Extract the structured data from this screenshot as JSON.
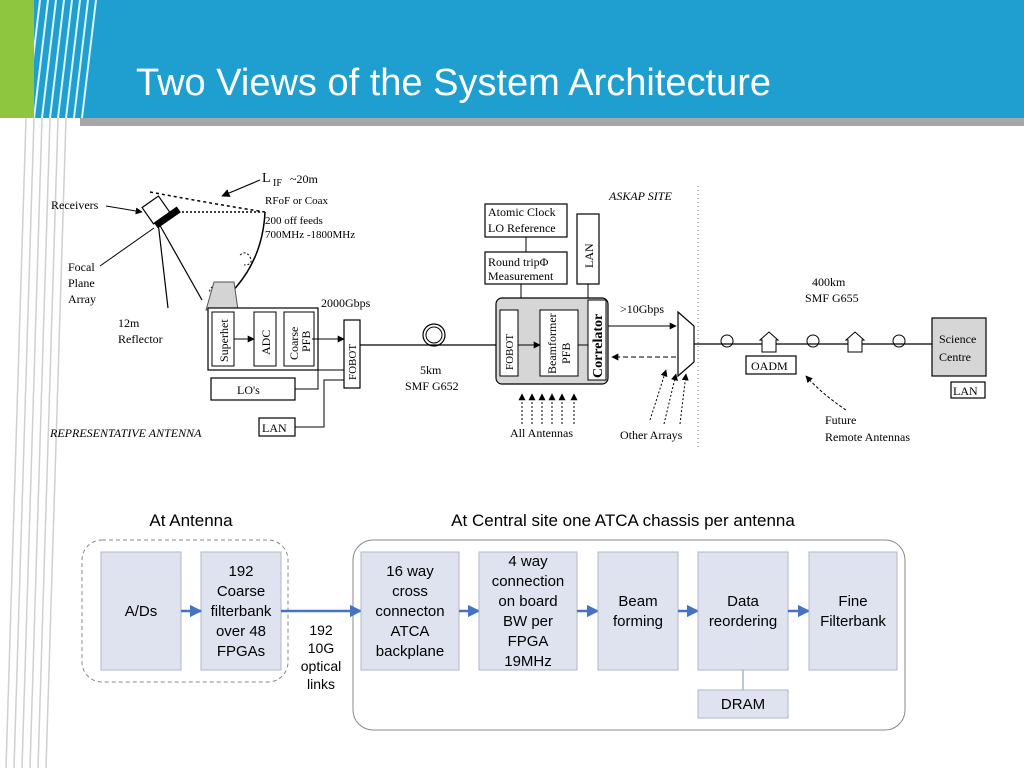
{
  "title": "Two Views of the System Architecture",
  "top": {
    "l_if": "L",
    "l_if_sub": "IF",
    "l_if_value": "~20m",
    "rfof": "RFoF or Coax",
    "feeds": "200 off feeds",
    "freq": "700MHz -1800MHz",
    "receivers": "Receivers",
    "focal_plane_array": [
      "Focal",
      "Plane",
      "Array"
    ],
    "reflector": [
      "12m",
      "Reflector"
    ],
    "superhet": "Superhet",
    "adc": "ADC",
    "coarse_pfb": [
      "Coarse",
      "PFB"
    ],
    "fobot": "FOBOT",
    "rate_2000": "2000Gbps",
    "los": "LO's",
    "lan_antenna": "LAN",
    "representative_antenna": "REPRESENTATIVE ANTENNA",
    "fiber_5km": [
      "5km",
      "SMF G652"
    ],
    "atomic_clock": [
      "Atomic Clock",
      "LO Reference"
    ],
    "round_trip": [
      "Round tripΦ",
      "Measurement"
    ],
    "lan_central": "LAN",
    "askap_site": "ASKAP SITE",
    "fobot_central": "FOBOT",
    "beamformer_pfb": [
      "Beamformer",
      "PFB"
    ],
    "correlator": "Correlator",
    "rate_10g": ">10Gbps",
    "all_antennas": "All Antennas",
    "other_arrays": "Other Arrays",
    "fiber_400km": [
      "400km",
      "SMF G655"
    ],
    "oadm": "OADM",
    "science_centre": [
      "Science",
      "Centre"
    ],
    "lan_science": "LAN",
    "future_remote": [
      "Future",
      "Remote Antennas"
    ]
  },
  "bottom": {
    "at_antenna": "At Antenna",
    "at_central": "At Central site one ATCA chassis per antenna",
    "ads": "A/Ds",
    "coarse_filterbank": [
      "192",
      "Coarse",
      "filterbank",
      "over 48",
      "FPGAs"
    ],
    "links": [
      "192",
      "10G",
      "optical",
      "links"
    ],
    "cross_connect": [
      "16 way",
      "cross",
      "connecton",
      "ATCA",
      "backplane"
    ],
    "four_way": [
      "4 way",
      "connection",
      "on board",
      "BW per",
      "FPGA",
      "19MHz"
    ],
    "beam_forming": [
      "Beam",
      "forming"
    ],
    "data_reordering": [
      "Data",
      "reordering"
    ],
    "fine_filterbank": [
      "Fine",
      "Filterbank"
    ],
    "dram": "DRAM"
  }
}
